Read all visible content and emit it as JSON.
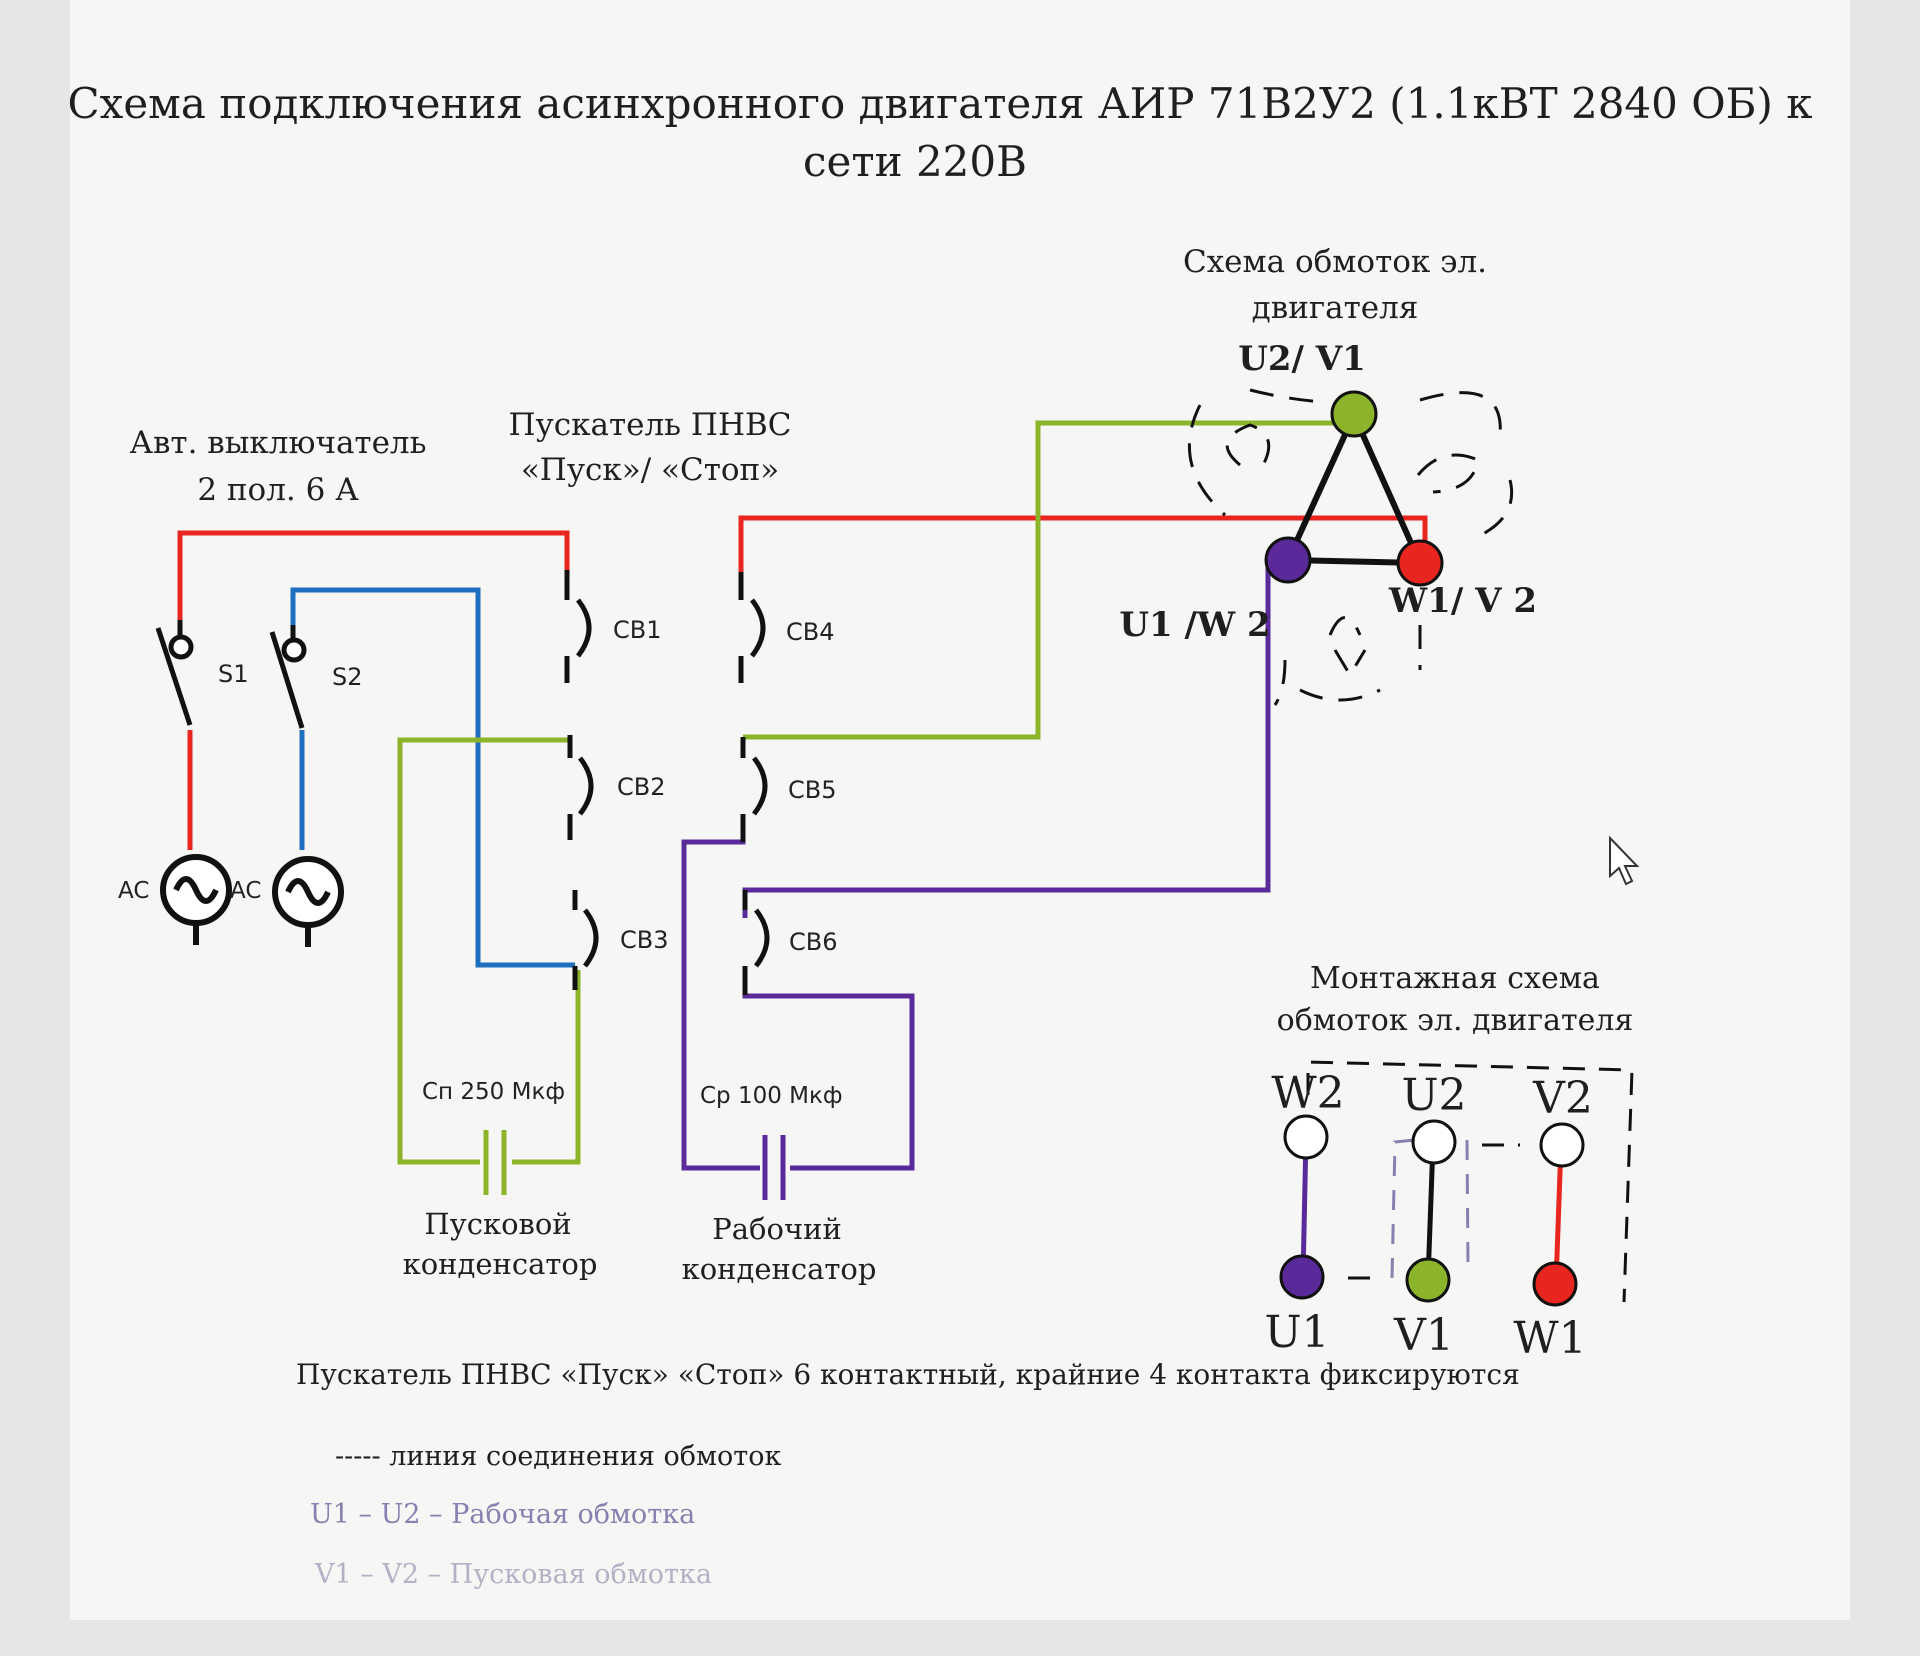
{
  "title": {
    "line1": "Схема подключения асинхронного двигателя АИР 71В2У2 (1.1кВТ 2840 ОБ) к",
    "line2": "сети 220В"
  },
  "breaker": {
    "label1": "Авт. выключатель",
    "label2": "2 пол. 6 А",
    "switches": [
      "S1",
      "S2"
    ],
    "sources": [
      "AC",
      "AC"
    ]
  },
  "starter": {
    "label1": "Пускатель ПНВС",
    "label2": "«Пуск»/ «Стоп»",
    "contacts": [
      "CB1",
      "CB2",
      "CB3",
      "CB4",
      "CB5",
      "CB6"
    ]
  },
  "capacitors": {
    "start_value": "Сп 250 Мкф",
    "run_value": "Ср 100 Мкф",
    "start_label1": "Пусковой",
    "start_label2": "конденсатор",
    "run_label1": "Рабочий",
    "run_label2": "конденсатор"
  },
  "windings_scheme": {
    "label1": "Схема обмоток эл.",
    "label2": "двигателя",
    "top": "U2/ V1",
    "left": "U1 /W 2",
    "right": "W1/ V 2"
  },
  "mounting_scheme": {
    "label1": "Монтажная схема",
    "label2": "обмоток эл. двигателя",
    "top_terminals": [
      "W2",
      "U2",
      "V2"
    ],
    "bottom_terminals": [
      "U1",
      "V1",
      "W1"
    ]
  },
  "notes": {
    "starter_note": "Пускатель ПНВС «Пуск» «Стоп» 6 контактный, крайние 4 контакта фиксируются",
    "dash_line": "----- линия соединения обмоток",
    "work_winding": "U1 – U2 – Рабочая обмотка",
    "start_winding": "V1 – V2 – Пусковая обмотка"
  },
  "colors": {
    "red": "#e8251f",
    "blue": "#1f6fc0",
    "green": "#8cb42a",
    "purple": "#5a2a9a",
    "black": "#111111",
    "gray_text": "#8a7fb0"
  }
}
